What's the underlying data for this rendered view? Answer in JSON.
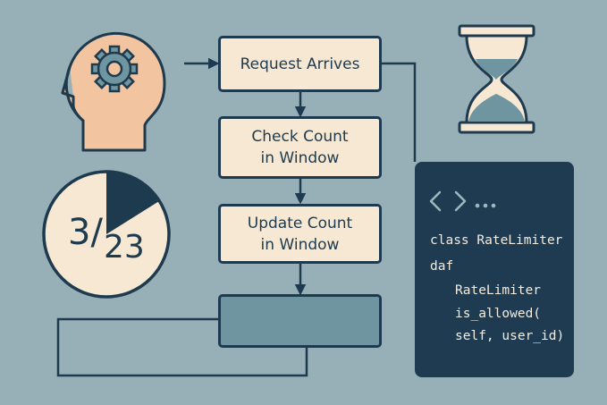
{
  "steps": {
    "request_arrives": "Request Arrives",
    "check_count": "Check Count",
    "check_count_2": "in Window",
    "update_count": "Update Count",
    "update_count_2": "in Window",
    "final_step": ""
  },
  "counter": {
    "numerator": "3/",
    "denominator": "23"
  },
  "code": {
    "line1": "class RateLimiter",
    "line2": "daf",
    "line3": "RateLimiter",
    "line4": "is_allowed(",
    "line5": "self, user_id)"
  },
  "icons": {
    "head": "head-with-gear-icon",
    "hourglass": "hourglass-icon",
    "code": "code-brackets-icon",
    "pie": "pie-counter-icon"
  },
  "colors": {
    "background": "#97b0b8",
    "navy": "#1e3a4e",
    "cream": "#f6e8d3",
    "peach": "#f2c4a0",
    "slate": "#6f96a0",
    "code_panel": "#1e3b52"
  }
}
